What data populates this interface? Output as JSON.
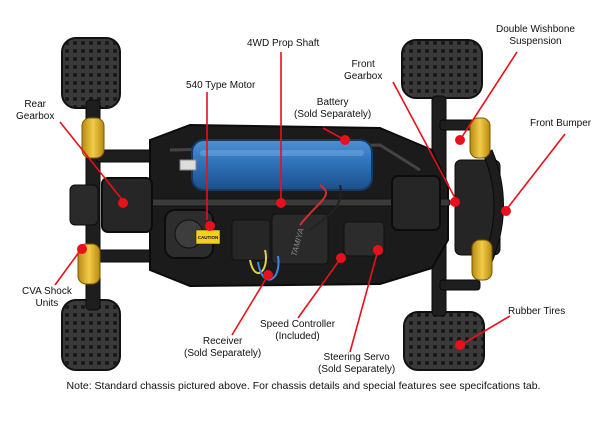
{
  "labels": {
    "prop_shaft": "4WD Prop Shaft",
    "wishbone": [
      "Double Wishbone",
      "Suspension"
    ],
    "motor": "540 Type Motor",
    "front_gearbox": [
      "Front",
      "Gearbox"
    ],
    "rear_gearbox": [
      "Rear",
      "Gearbox"
    ],
    "battery": [
      "Battery",
      "(Sold Separately)"
    ],
    "front_bumper": "Front Bumper",
    "cva_shock": [
      "CVA Shock",
      "Units"
    ],
    "receiver": [
      "Receiver",
      "(Sold Separately)"
    ],
    "speed_controller": [
      "Speed Controller",
      "(Included)"
    ],
    "steering_servo": [
      "Steering Servo",
      "(Sold Separately)"
    ],
    "rubber_tires": "Rubber Tires"
  },
  "chassis_text": {
    "brand": "TAMIYA",
    "caution": "CAUTION"
  },
  "note": "Note: Standard chassis pictured above. For chassis details and special features see specifcations tab.",
  "colors": {
    "pointer": "#e8101a",
    "battery": "#2d6fb6",
    "shock_spring": "#e0b020",
    "tire": "#2a2a2a",
    "chassis": "#1b1b1b"
  }
}
